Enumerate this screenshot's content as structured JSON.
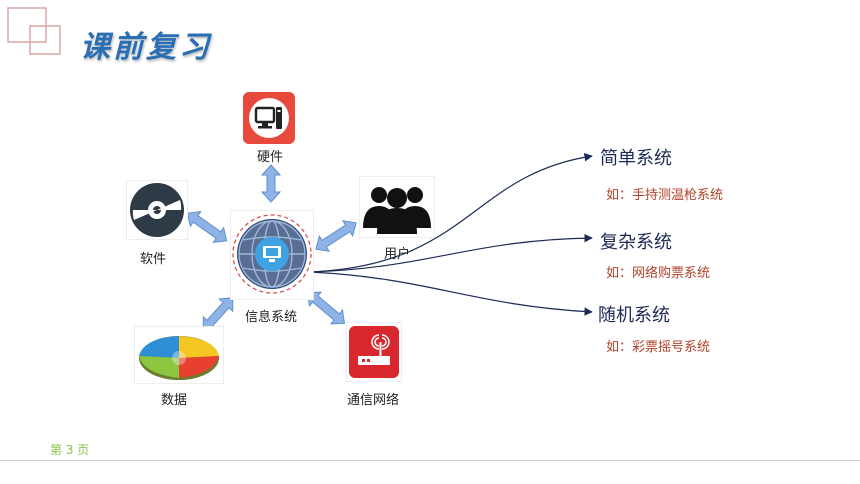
{
  "title": "课前复习",
  "center": {
    "label": "信息系统"
  },
  "nodes": {
    "hardware": "硬件",
    "software": "软件",
    "users": "用户",
    "data": "数据",
    "network": "通信网络"
  },
  "systems": [
    {
      "name": "简单系统",
      "example": "如：手持测温枪系统"
    },
    {
      "name": "复杂系统",
      "example": "如：网络购票系统"
    },
    {
      "name": "随机系统",
      "example": "如：彩票摇号系统"
    }
  ],
  "footer": {
    "page": "第 3 页"
  },
  "colors": {
    "title": "#2a6fb4",
    "arrow": "#7ea6dc",
    "system_text": "#1c2a55",
    "example_text": "#b0422a",
    "page_no": "#8bc34a"
  }
}
